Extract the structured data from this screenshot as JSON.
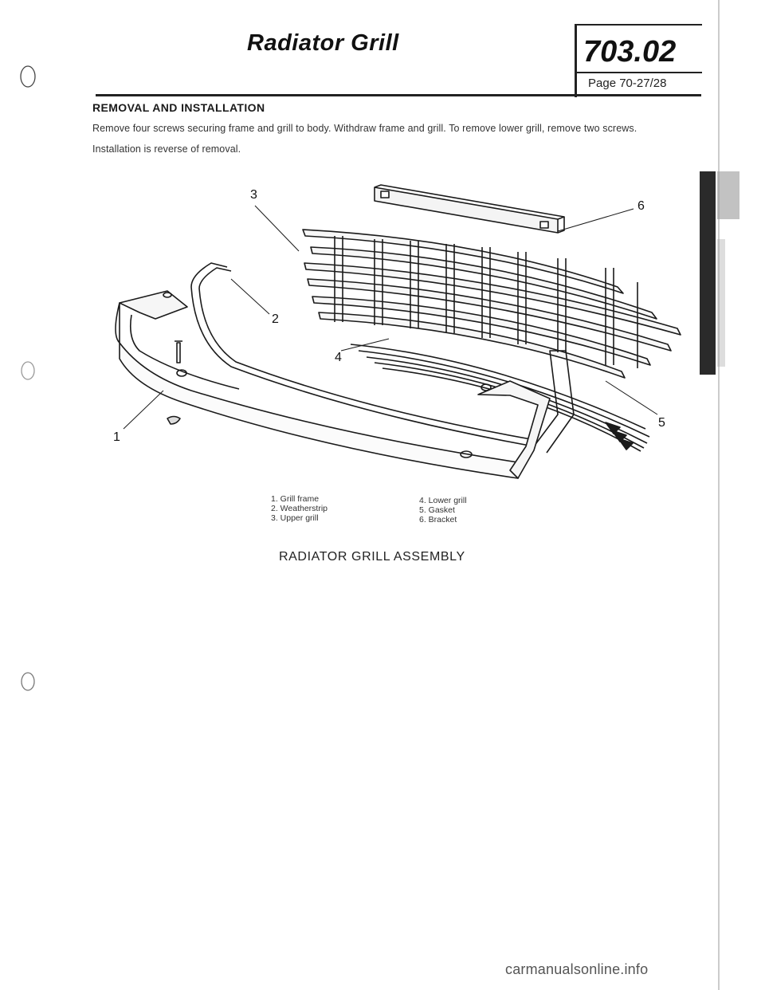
{
  "header": {
    "title": "Radiator Grill",
    "section_number": "703.02",
    "page_ref": "Page 70-27/28"
  },
  "content": {
    "heading": "REMOVAL AND INSTALLATION",
    "paragraph1": "Remove four screws securing frame and grill to body. Withdraw frame and grill. To remove lower grill, remove two screws.",
    "paragraph2": "Installation is reverse of removal."
  },
  "figure": {
    "callouts": [
      "1",
      "2",
      "3",
      "4",
      "5",
      "6"
    ],
    "legend_col1": [
      "1. Grill frame",
      "2. Weatherstrip",
      "3. Upper grill"
    ],
    "legend_col2": [
      "4. Lower grill",
      "5. Gasket",
      "6. Bracket"
    ],
    "caption": "RADIATOR GRILL ASSEMBLY"
  },
  "footer": {
    "watermark": "carmanualsonline.info"
  }
}
